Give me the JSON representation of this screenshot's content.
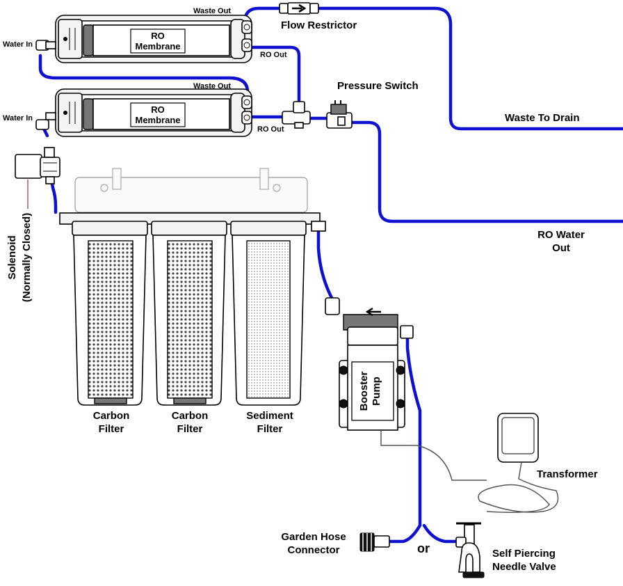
{
  "labels": {
    "waste_out_top": "Waste Out",
    "flow_restrictor": "Flow Restrictor",
    "water_in_top": "Water In",
    "ro_membrane_top_line1": "RO",
    "ro_membrane_top_line2": "Membrane",
    "ro_out_top": "RO Out",
    "waste_out_mid": "Waste Out",
    "pressure_switch": "Pressure Switch",
    "water_in_mid": "Water In",
    "ro_membrane_mid_line1": "RO",
    "ro_membrane_mid_line2": "Membrane",
    "ro_out_mid": "RO Out",
    "waste_to_drain": "Waste To Drain",
    "ro_water_out_line1": "RO Water",
    "ro_water_out_line2": "Out",
    "solenoid_line1": "Solenoid",
    "solenoid_line2": "(Normally Closed)",
    "carbon_filter_1_line1": "Carbon",
    "carbon_filter_1_line2": "Filter",
    "carbon_filter_2_line1": "Carbon",
    "carbon_filter_2_line2": "Filter",
    "sediment_filter_line1": "Sediment",
    "sediment_filter_line2": "Filter",
    "booster_pump_line1": "Booster",
    "booster_pump_line2": "Pump",
    "transformer": "Transformer",
    "garden_hose_line1": "Garden Hose",
    "garden_hose_line2": "Connector",
    "or": "or",
    "needle_valve_line1": "Self Piercing",
    "needle_valve_line2": "Needle Valve"
  },
  "colors": {
    "tubing": "#1010d0",
    "outline": "#000000",
    "background": "#ffffff"
  }
}
